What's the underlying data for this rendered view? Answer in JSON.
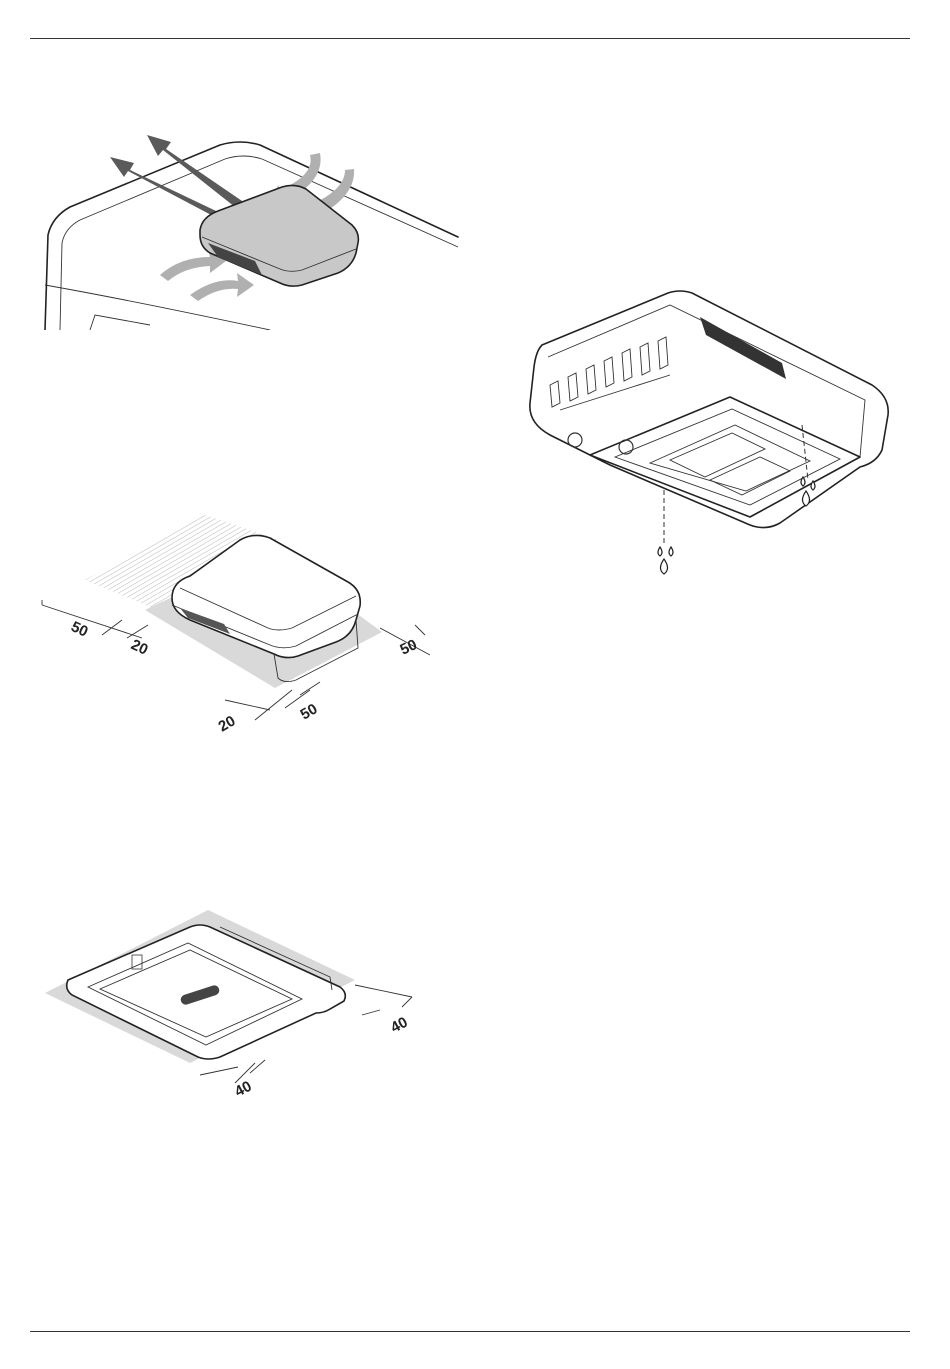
{
  "figures": {
    "airflow": {
      "icon": "airflow-illustration"
    },
    "clearance_top": {
      "labels": [
        "50",
        "20",
        "50",
        "20",
        "50"
      ],
      "units_shown": false
    },
    "clearance_bottom": {
      "labels": [
        "40",
        "40"
      ]
    },
    "condensate": {
      "icon": "condensate-drain-illustration"
    }
  },
  "colors": {
    "line": "#222222",
    "shade": "#d9d9d9",
    "unit_fill": "#c8c8c8",
    "arrow_dark": "#5a5a5a",
    "arrow_light": "#b0b0b0"
  }
}
